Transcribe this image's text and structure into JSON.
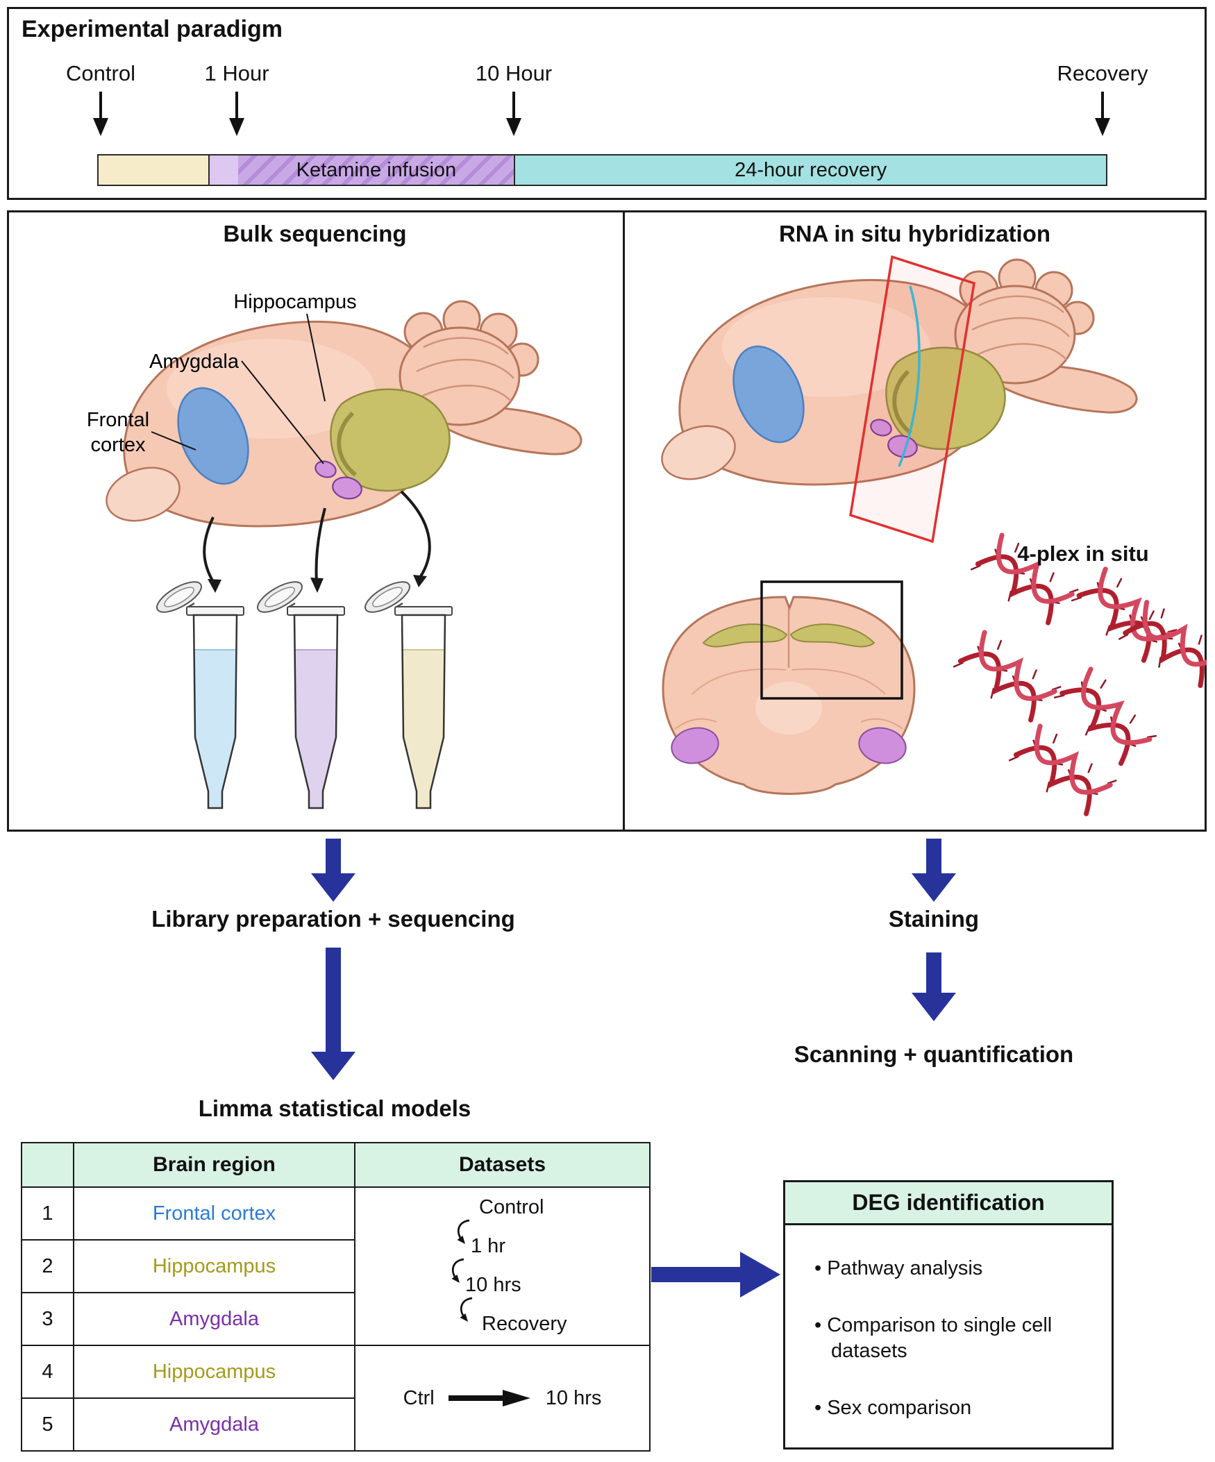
{
  "paradigm": {
    "title": "Experimental paradigm",
    "markers": [
      {
        "label": "Control"
      },
      {
        "label": "1 Hour"
      },
      {
        "label": "10 Hour"
      },
      {
        "label": "Recovery"
      }
    ],
    "segments": {
      "ketamine": {
        "label": "Ketamine infusion",
        "color": "#c9a9e5"
      },
      "recovery": {
        "label": "24-hour recovery",
        "color": "#a3e1e2"
      },
      "baseline_color": "#f6ecca"
    }
  },
  "bulk_panel": {
    "title": "Bulk sequencing",
    "labels": {
      "hippocampus": "Hippocampus",
      "amygdala": "Amygdala",
      "frontal_line1": "Frontal",
      "frontal_line2": "cortex"
    }
  },
  "insitu_panel": {
    "title": "RNA in situ hybridization",
    "inset_label": "4-plex in situ"
  },
  "flow": {
    "library_prep": "Library preparation + sequencing",
    "staining": "Staining",
    "scanning": "Scanning + quantification",
    "limma": "Limma statistical models"
  },
  "table": {
    "headers": {
      "region": "Brain region",
      "datasets": "Datasets"
    },
    "rows": [
      {
        "num": "1",
        "region": "Frontal cortex"
      },
      {
        "num": "2",
        "region": "Hippocampus"
      },
      {
        "num": "3",
        "region": "Amygdala"
      },
      {
        "num": "4",
        "region": "Hippocampus"
      },
      {
        "num": "5",
        "region": "Amygdala"
      }
    ],
    "timecourse": {
      "steps": [
        "Control",
        "1 hr",
        "10 hrs",
        "Recovery"
      ]
    },
    "comparison": {
      "from": "Ctrl",
      "to": "10 hrs"
    }
  },
  "deg": {
    "title": "DEG identification",
    "bullets": [
      "Pathway analysis",
      "Comparison to single cell datasets",
      "Sex comparison"
    ]
  },
  "colors": {
    "flow_arrow_blue": "#27339b",
    "table_header_bg": "#d8f3e4",
    "frontal_cortex_text": "#2b7bd4",
    "hippocampus_text": "#a39a1e",
    "amygdala_text": "#7a2fa8",
    "timeline_baseline": "#f6ecca",
    "timeline_ketamine": "#c9a9e5",
    "timeline_recovery": "#a3e1e2",
    "brain_fill": "#f5c9b4",
    "frontal_region_fill": "#79a5db",
    "hippocampus_region_fill": "#c9c06a",
    "amygdala_region_fill": "#d394de",
    "rna_probe_red": "#b01f2e",
    "section_plane_red": "#e23030"
  }
}
